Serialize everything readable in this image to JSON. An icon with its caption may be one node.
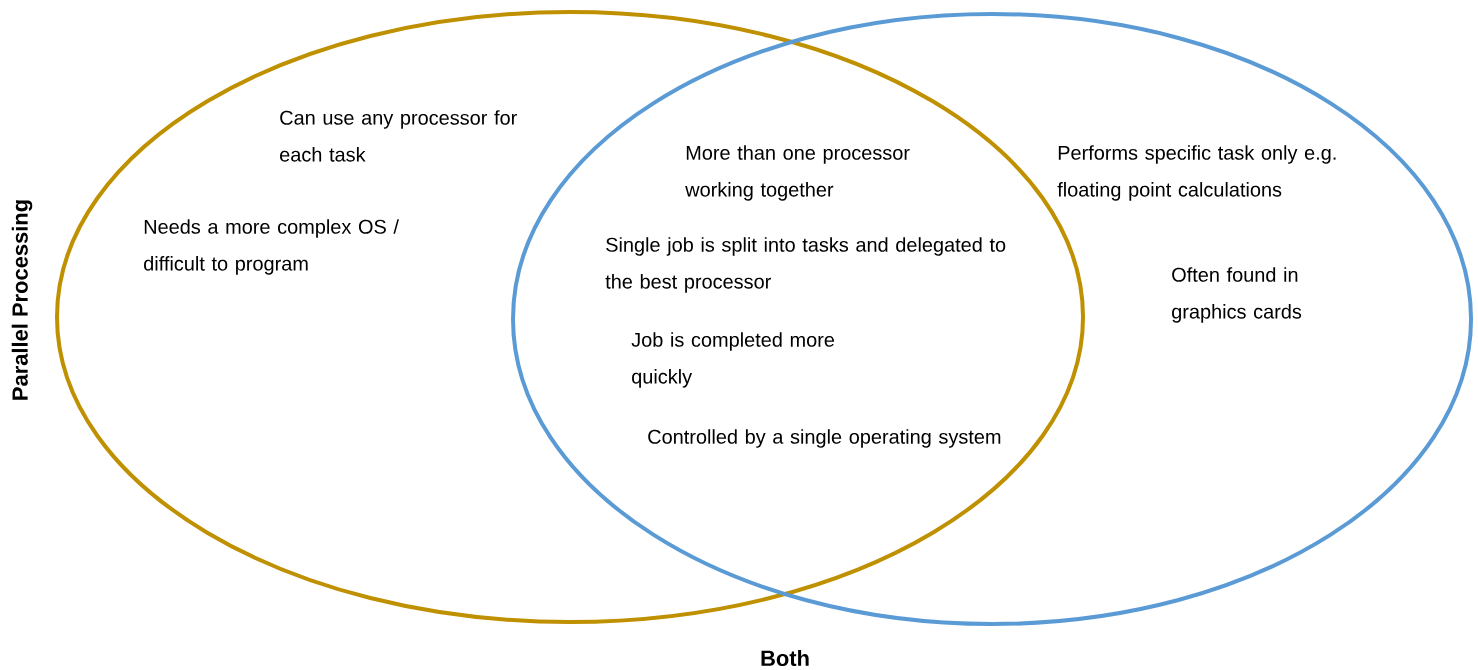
{
  "diagram": {
    "nodes": [
      {
        "text": [
          "Can use any processor for each task",
          "Needs a more complex OS / difficult to program"
        ],
        "beside": [
          "Parallel Processing"
        ]
      },
      {
        "text": [
          "Performs specific task only e.g. floating point calculations",
          "Often found in graphics cards"
        ]
      }
    ],
    "labels": [
      "More than one processor working together",
      "Single job is split into tasks and delegated to the best processor",
      "Job is completed more quickly",
      "Controlled by a single operating system",
      "Both"
    ]
  }
}
